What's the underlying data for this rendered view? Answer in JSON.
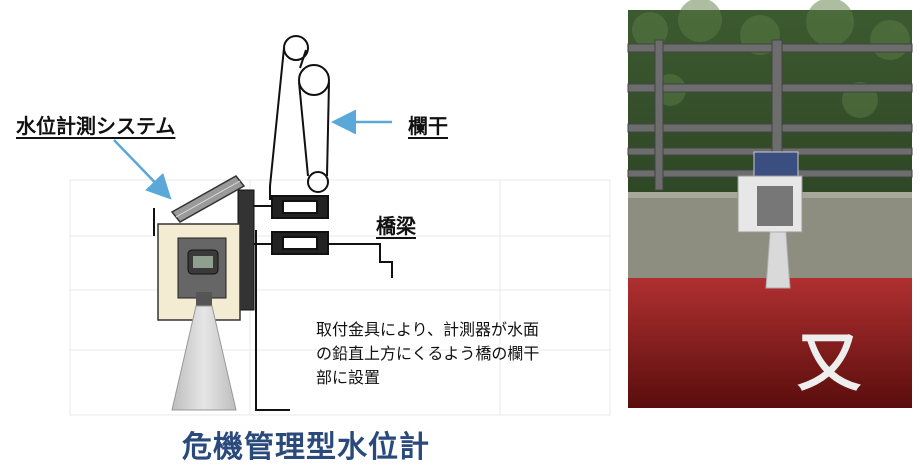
{
  "labels": {
    "system": "水位計測システム",
    "railing": "欄干",
    "girder": "橋梁",
    "description": [
      "取付金具により、計測器が水面",
      "の鉛直上方にくるよう橋の欄干",
      "部に設置"
    ],
    "caption": "危機管理型水位計"
  },
  "photo": {
    "sign_text": "又"
  },
  "colors": {
    "arrow": "#5aa8d8",
    "caption": "#2b4a7c",
    "instrument_body": "#f3ecd2",
    "solar_panel": "#9a9a9a",
    "beam_cone": "#cfcfcf",
    "photo_red": "#8a1a1a"
  }
}
